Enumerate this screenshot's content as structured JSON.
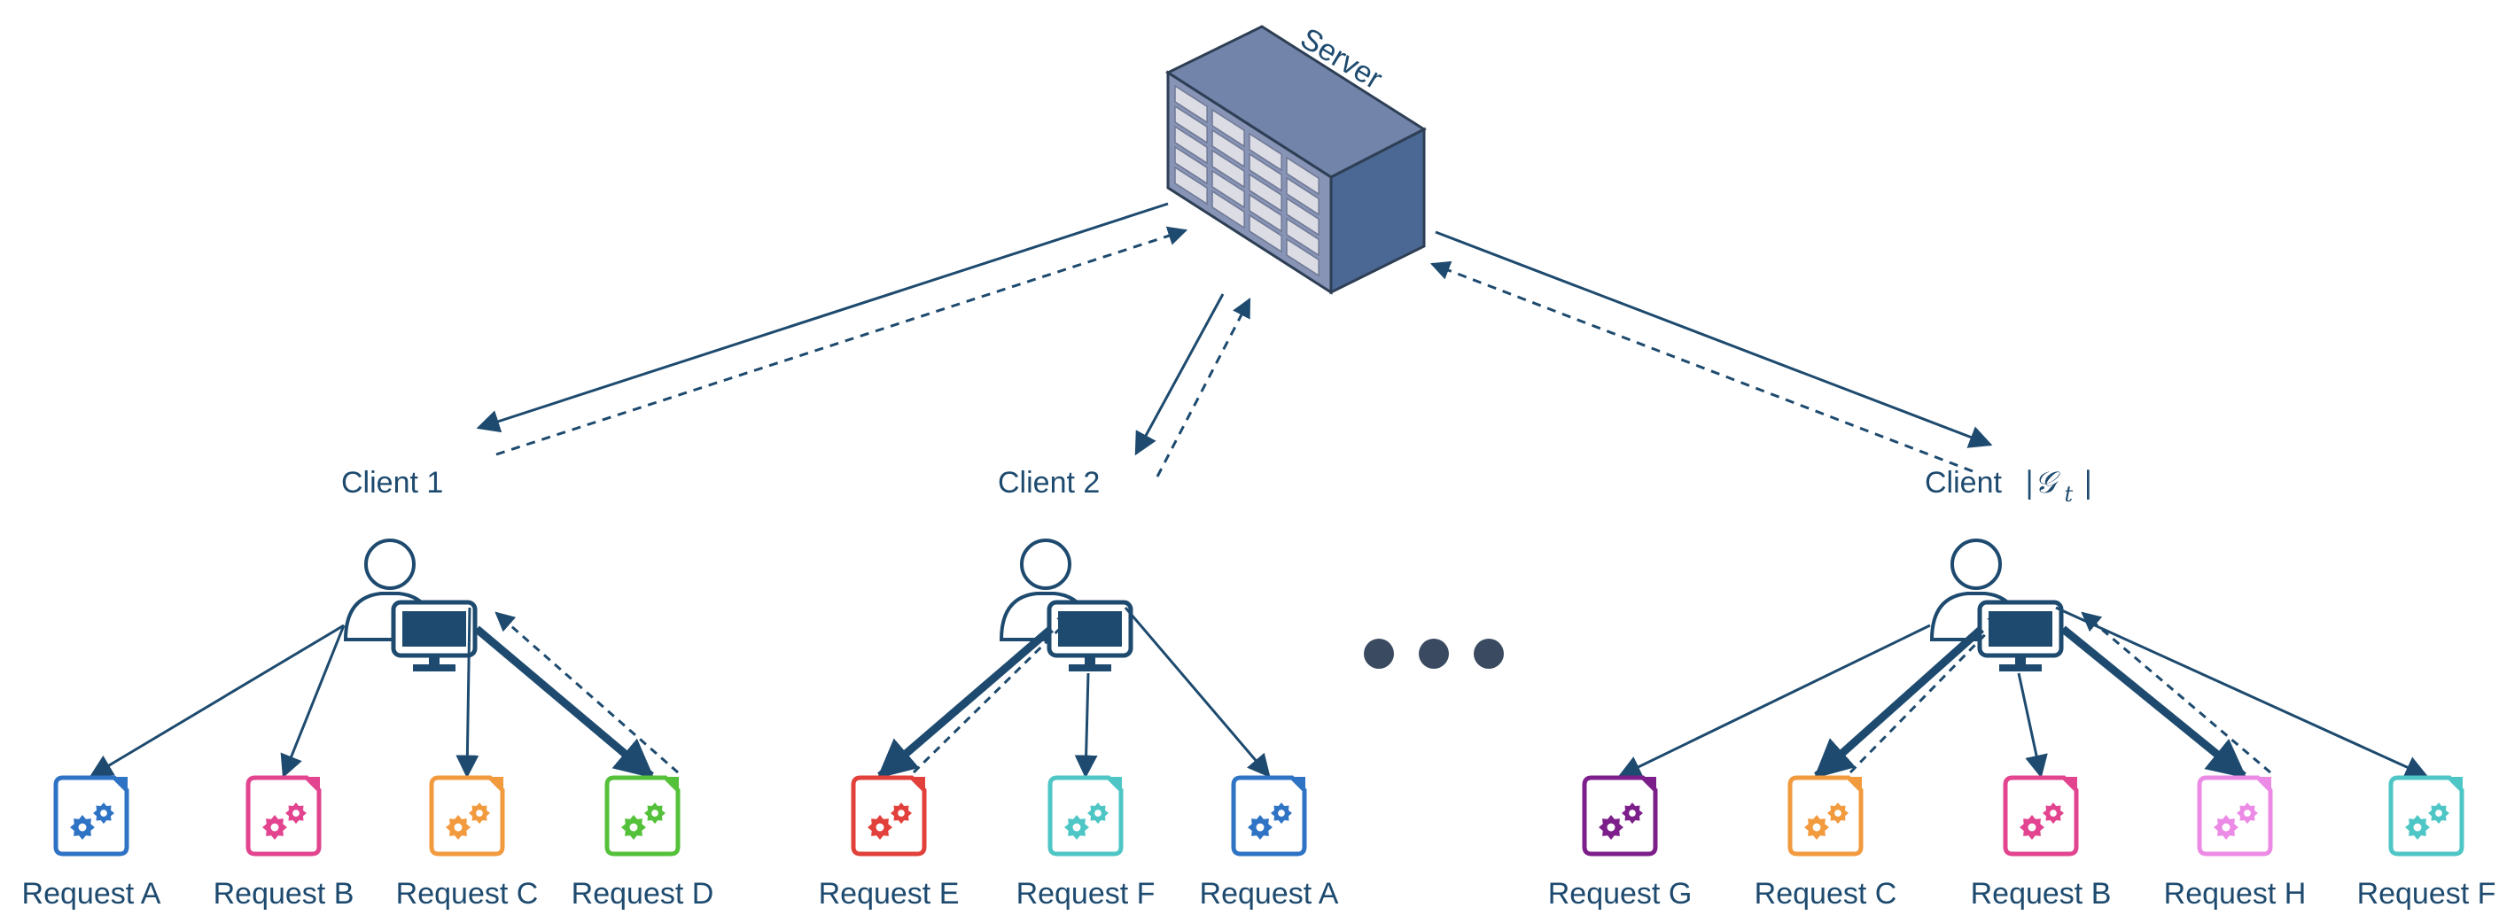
{
  "server": {
    "label": "Server"
  },
  "clients": [
    {
      "label": "Client 1",
      "requests": [
        {
          "label": "Request A",
          "color": "#2f73c4"
        },
        {
          "label": "Request B",
          "color": "#e2448f"
        },
        {
          "label": "Request C",
          "color": "#f29a3e"
        },
        {
          "label": "Request D",
          "color": "#55c13b"
        }
      ]
    },
    {
      "label": "Client 2",
      "requests": [
        {
          "label": "Request E",
          "color": "#e2403a"
        },
        {
          "label": "Request F",
          "color": "#4fc6c6"
        },
        {
          "label": "Request A",
          "color": "#2f73c4"
        }
      ]
    },
    {
      "label": "Client",
      "label_math": "|𝒢",
      "label_sub": "t",
      "label_close": "|",
      "requests": [
        {
          "label": "Request G",
          "color": "#7d1f8a"
        },
        {
          "label": "Request C",
          "color": "#f29a3e"
        },
        {
          "label": "Request B",
          "color": "#e2448f"
        },
        {
          "label": "Request H",
          "color": "#ec8be6"
        },
        {
          "label": "Request F",
          "color": "#4fc6c6"
        }
      ]
    }
  ],
  "ellipsis_dots": 3,
  "colors": {
    "line": "#1d4a6e",
    "server_front": "#8894b6",
    "server_side": "#4a6893",
    "server_top": "#7384aa",
    "server_grid": "#dcdde4"
  },
  "icons": {
    "user": "user-computer-icon",
    "request": "document-gears-icon",
    "server": "server-rack-icon"
  }
}
